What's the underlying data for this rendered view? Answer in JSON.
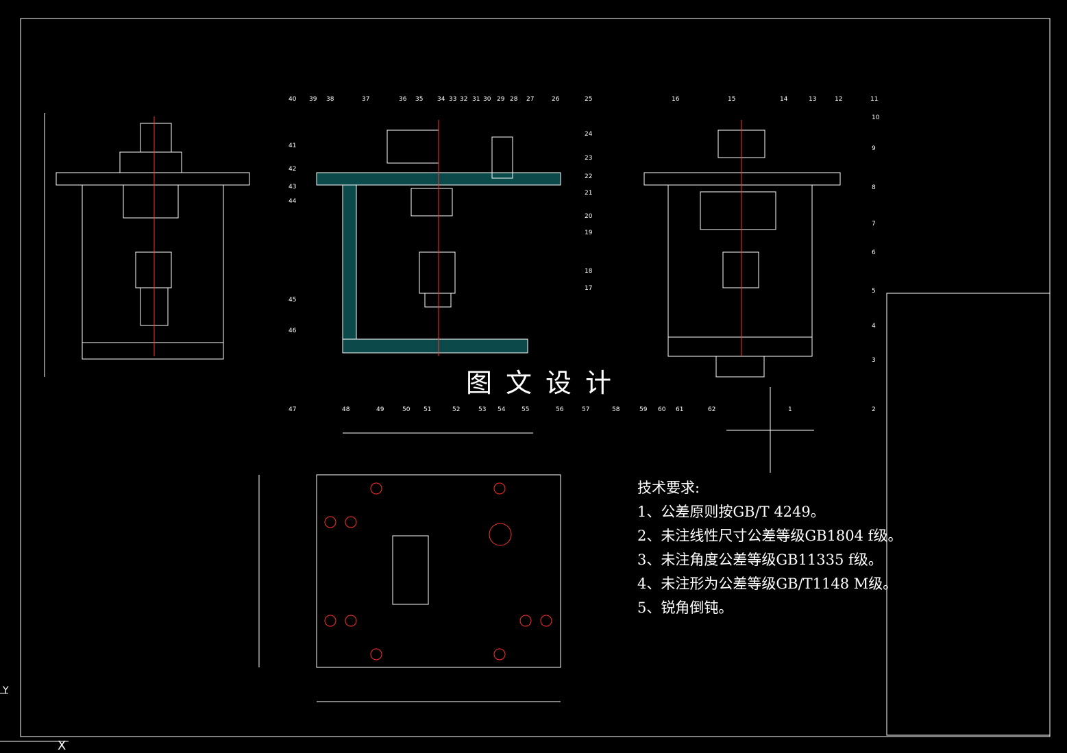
{
  "technical_requirements": {
    "heading": "技术要求:",
    "items": [
      "1、公差原则按GB/T 4249。",
      "2、未注线性尺寸公差等级GB1804 f级。",
      "3、未注角度公差等级GB11335 f级。",
      "4、未注形为公差等级GB/T1148 M级。",
      "5、锐角倒钝。"
    ]
  },
  "watermark": "图文设计",
  "balloons_top": [
    "40",
    "39",
    "38",
    "37",
    "36",
    "35",
    "34",
    "33",
    "32",
    "31",
    "30",
    "29",
    "28",
    "27",
    "26",
    "25"
  ],
  "balloons_left": [
    "41",
    "42",
    "43",
    "44",
    "45",
    "46",
    "47"
  ],
  "balloons_right_mid": [
    "24",
    "23",
    "22",
    "21",
    "20",
    "19",
    "18",
    "17"
  ],
  "balloons_bottom": [
    "48",
    "49",
    "50",
    "51",
    "52",
    "53",
    "54",
    "55",
    "56",
    "57",
    "58",
    "59",
    "60",
    "61",
    "62",
    "1",
    "2"
  ],
  "balloons_right_view_top": [
    "16",
    "15",
    "14",
    "13",
    "12",
    "11"
  ],
  "balloons_right_view_side": [
    "10",
    "9",
    "8",
    "7",
    "6",
    "5",
    "4",
    "3"
  ],
  "colors": {
    "background": "#000000",
    "line": "#ffffff",
    "hatch": "#00c8c8",
    "center": "#ff3030",
    "accent": "#ff00ff",
    "green": "#00c000"
  },
  "axis_glyphs": {
    "y": "Y",
    "x": "X"
  }
}
